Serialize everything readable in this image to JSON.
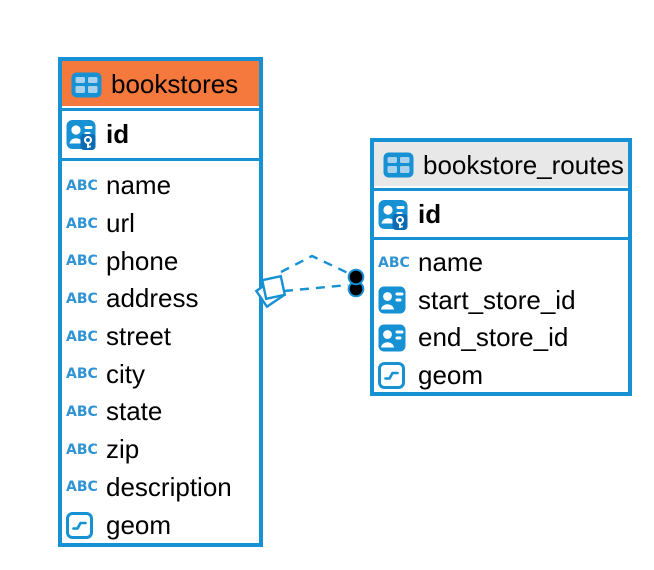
{
  "diagram": {
    "type": "database-er-diagram",
    "background": "#ffffff"
  },
  "colors": {
    "accent_blue": "#1691D3",
    "bookstores_header": "#F5793C",
    "routes_header": "#E8E8E8",
    "relationship_dot": "#000000",
    "text": "#000000"
  },
  "icons": {
    "table_icon": "table-grid",
    "primary_key_icon": "person-id-with-key",
    "foreign_key_icon": "person-id-card",
    "text_type_icon": "ABC",
    "geometry_type_icon": "square-with-line"
  },
  "tables": [
    {
      "title": "bookstores",
      "header_color": "#F5793C",
      "primary_key": {
        "name": "id",
        "icon": "primary-key-icon"
      },
      "fields": [
        {
          "name": "name",
          "icon": "text-type-icon"
        },
        {
          "name": "url",
          "icon": "text-type-icon"
        },
        {
          "name": "phone",
          "icon": "text-type-icon"
        },
        {
          "name": "address",
          "icon": "text-type-icon"
        },
        {
          "name": "street",
          "icon": "text-type-icon"
        },
        {
          "name": "city",
          "icon": "text-type-icon"
        },
        {
          "name": "state",
          "icon": "text-type-icon"
        },
        {
          "name": "zip",
          "icon": "text-type-icon"
        },
        {
          "name": "description",
          "icon": "text-type-icon"
        },
        {
          "name": "geom",
          "icon": "geometry-type-icon"
        }
      ]
    },
    {
      "title": "bookstore_routes",
      "header_color": "#E8E8E8",
      "primary_key": {
        "name": "id",
        "icon": "primary-key-icon"
      },
      "fields": [
        {
          "name": "name",
          "icon": "text-type-icon"
        },
        {
          "name": "start_store_id",
          "icon": "foreign-key-icon"
        },
        {
          "name": "end_store_id",
          "icon": "foreign-key-icon"
        },
        {
          "name": "geom",
          "icon": "geometry-type-icon"
        }
      ]
    }
  ],
  "relationships": [
    {
      "from_table": "bookstores",
      "to_table": "bookstore_routes",
      "line_style": "dashed"
    },
    {
      "from_table": "bookstores",
      "to_table": "bookstore_routes",
      "line_style": "dashed"
    }
  ]
}
